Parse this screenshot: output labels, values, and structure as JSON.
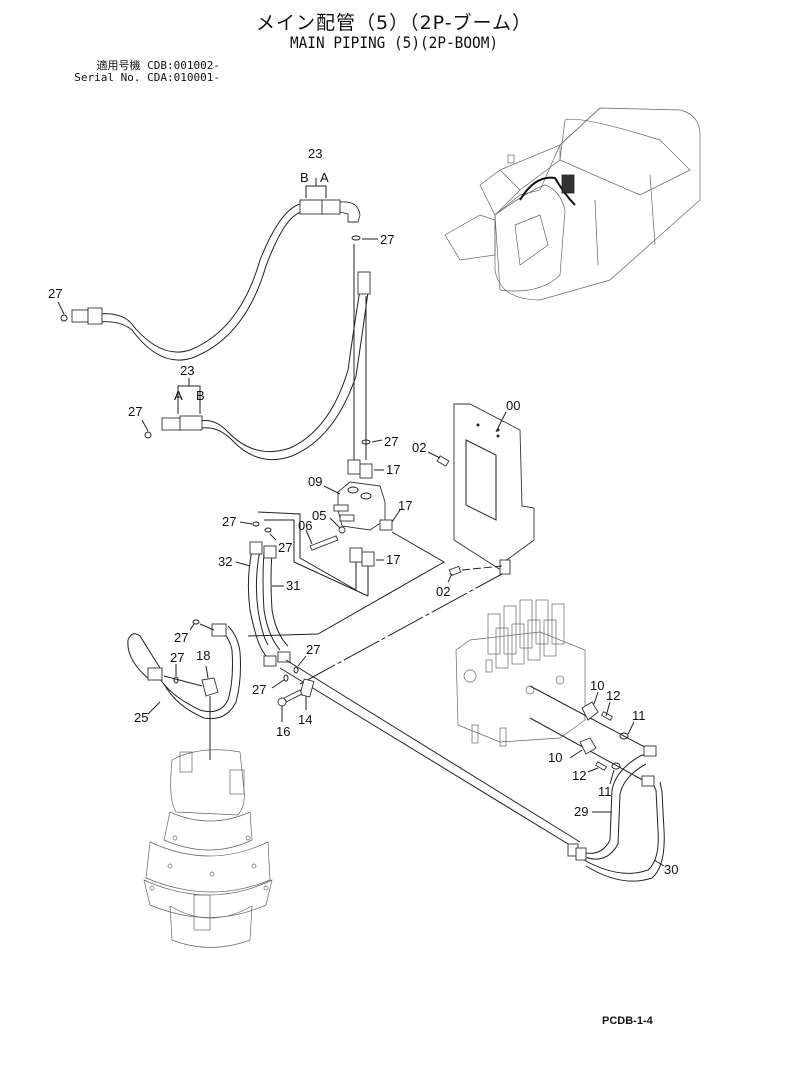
{
  "header": {
    "title_jp": "メイン配管（5）（2P-ブーム）",
    "title_en": "MAIN PIPING (5)(2P-BOOM)",
    "serial_line_1": "適用号機  CDB:001002-",
    "serial_line_2": "Serial No. CDA:010001-"
  },
  "footer": {
    "page_code": "PCDB-1-4"
  },
  "callouts": {
    "hose_upper_group": "23",
    "hose_upper_b": "B",
    "hose_upper_a": "A",
    "oring_top": "27",
    "oring_left_upper": "27",
    "hose_lower_group": "23",
    "hose_lower_a": "A",
    "hose_lower_b": "B",
    "oring_left_lower": "27",
    "oring_block_top": "27",
    "bracket": "00",
    "bolt_bracket_top": "02",
    "bolt_bracket_bottom": "02",
    "adapter_top": "17",
    "adapter_side": "17",
    "adapter_bottom": "17",
    "block": "09",
    "valve": "05",
    "bolt_block": "06",
    "oring_hose32": "27",
    "oring_hose31": "27",
    "hose_32": "32",
    "hose_31": "31",
    "oring_mid_left": "27",
    "oring_tee": "27",
    "tee": "18",
    "hose_25": "25",
    "oring_clamp_upper": "27",
    "oring_clamp_lower": "27",
    "bolt_clamp": "16",
    "clamp": "14",
    "flange_upper": "10",
    "flange_lower": "10",
    "bolt_flange_upper": "12",
    "bolt_flange_lower": "12",
    "oring_flange_upper": "11",
    "oring_flange_lower": "11",
    "pipe_29": "29",
    "pipe_30": "30"
  }
}
